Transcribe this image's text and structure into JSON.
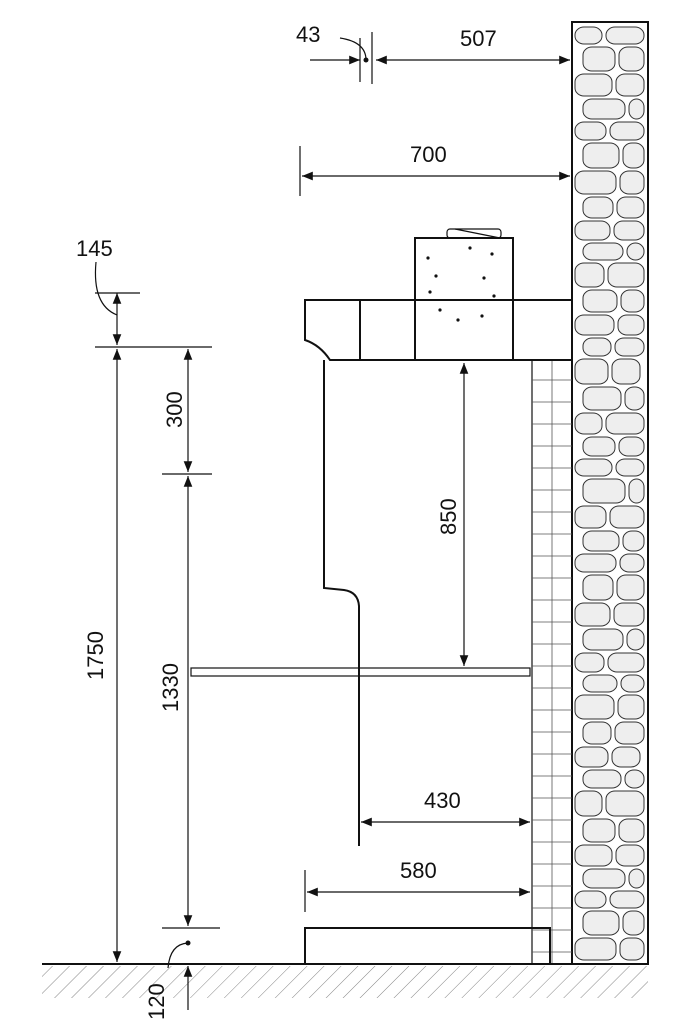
{
  "dimensions": {
    "d43": "43",
    "d507": "507",
    "d700": "700",
    "d145": "145",
    "d300": "300",
    "d850": "850",
    "d1750": "1750",
    "d1330": "1330",
    "d430": "430",
    "d580": "580",
    "d120": "120"
  },
  "colors": {
    "line": "#111111",
    "stone_fill": "#eeeeee",
    "background": "#ffffff"
  }
}
